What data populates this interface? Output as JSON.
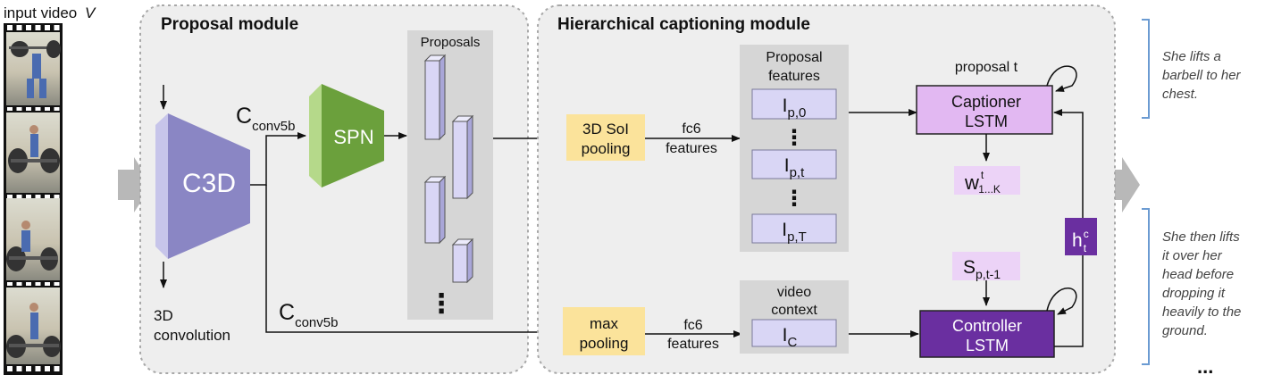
{
  "input": {
    "label": "input video",
    "symbol": "V"
  },
  "proposal_module": {
    "title": "Proposal module",
    "c3d_label": "C3D",
    "spn_label": "SPN",
    "proposals_label": "Proposals",
    "cconv_top": {
      "base": "C",
      "sub": "conv5b"
    },
    "cconv_bottom": {
      "base": "C",
      "sub": "conv5b"
    },
    "convolution_label_1": "3D",
    "convolution_label_2": "convolution",
    "proposals_ellipsis": "⋮"
  },
  "captioning_module": {
    "title": "Hierarchical captioning module",
    "soi_pooling_1": "3D SoI",
    "soi_pooling_2": "pooling",
    "max_pooling_1": "max",
    "max_pooling_2": "pooling",
    "fc6_top_1": "fc6",
    "fc6_top_2": "features",
    "fc6_bottom_1": "fc6",
    "fc6_bottom_2": "features",
    "proposal_features_1": "Proposal",
    "proposal_features_2": "features",
    "feature_0": {
      "base": "I",
      "sub": "p,0"
    },
    "feature_t": {
      "base": "I",
      "sub": "p,t"
    },
    "feature_T": {
      "base": "I",
      "sub": "p,T"
    },
    "feature_dots": "⋮",
    "video_context_1": "video",
    "video_context_2": "context",
    "context_feature": {
      "base": "I",
      "sub": "C"
    },
    "proposal_t": "proposal t",
    "captioner_1": "Captioner",
    "captioner_2": "LSTM",
    "controller_1": "Controller",
    "controller_2": "LSTM",
    "words": {
      "base": "w",
      "sup": "t",
      "sub": "1...K"
    },
    "sentence": {
      "base": "S",
      "sub": "p,t-1"
    },
    "hidden": {
      "base": "h",
      "sup": "c",
      "sub": "t"
    }
  },
  "captions": {
    "caption_1": [
      "She lifts a",
      "barbell to her",
      "chest."
    ],
    "caption_2": [
      "She then lifts",
      "it over her",
      "head before",
      "dropping it",
      "heavily to the",
      "ground."
    ],
    "more": "..."
  },
  "colors": {
    "module_bg": "#eeeeee",
    "c3d": "#8a86c4",
    "spn": "#6ba03c",
    "pooling": "#fbe39b",
    "feature_box": "#d9d6f5",
    "captioner": "#e2b8f2",
    "controller": "#6a2fa0",
    "caption_bar": "#6b9bd2"
  }
}
